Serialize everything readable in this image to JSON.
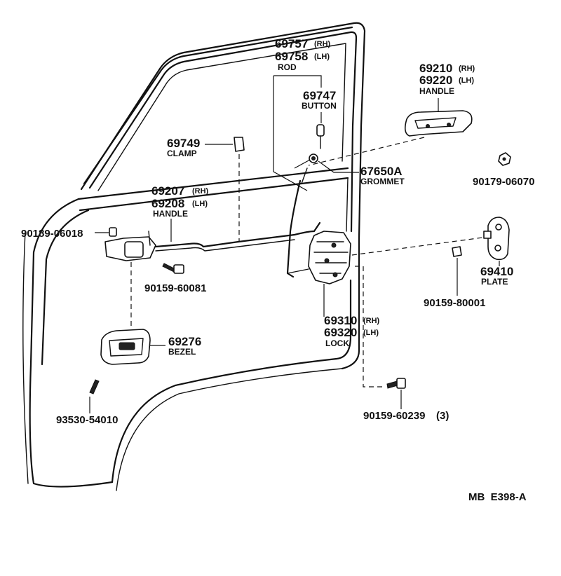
{
  "parts": {
    "rod": {
      "rh": "69757",
      "rh_sfx": "(RH)",
      "lh": "69758",
      "lh_sfx": "(LH)",
      "name": "ROD"
    },
    "button": {
      "num": "69747",
      "name": "BUTTON"
    },
    "outer_handle": {
      "rh": "69210",
      "rh_sfx": "(RH)",
      "lh": "69220",
      "lh_sfx": "(LH)",
      "name": "HANDLE"
    },
    "clamp": {
      "num": "69749",
      "name": "CLAMP"
    },
    "grommet": {
      "num": "67650A",
      "name": "GROMMET"
    },
    "nut_06070": {
      "num": "90179-06070"
    },
    "inner_handle": {
      "rh": "69207",
      "rh_sfx": "(RH)",
      "lh": "69208",
      "lh_sfx": "(LH)",
      "name": "HANDLE"
    },
    "screw_06018": {
      "num": "90189-06018"
    },
    "screw_60081": {
      "num": "90159-60081"
    },
    "plate": {
      "num": "69410",
      "name": "PLATE"
    },
    "screw_80001": {
      "num": "90159-80001"
    },
    "lock": {
      "rh": "69310",
      "rh_sfx": "(RH)",
      "lh": "69320",
      "lh_sfx": "(LH)",
      "name": "LOCK"
    },
    "bezel": {
      "num": "69276",
      "name": "BEZEL"
    },
    "screw_54010": {
      "num": "93530-54010"
    },
    "screw_60239": {
      "num": "90159-60239",
      "qty": "(3)"
    }
  },
  "drawing_code": "MB  E398-A"
}
